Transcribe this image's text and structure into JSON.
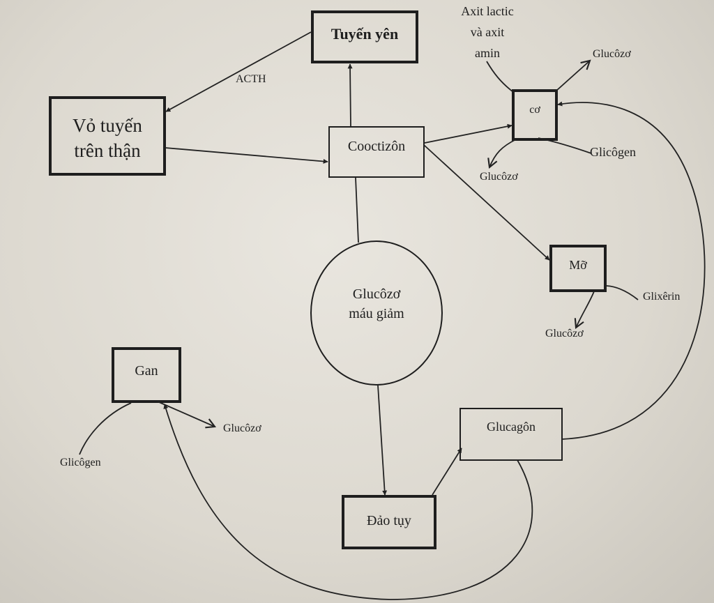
{
  "nodes": {
    "tuyen_yen": "Tuyến yên",
    "vo_tuyen_line1": "Vỏ tuyến",
    "vo_tuyen_line2": "trên thận",
    "cooctizon": "Cooctizôn",
    "co": "cơ",
    "mo": "Mỡ",
    "glucozo_mau_line1": "Glucôzơ",
    "glucozo_mau_line2": "máu giảm",
    "gan": "Gan",
    "glucagon": "Glucagôn",
    "dao_tuy": "Đảo tụy"
  },
  "labels": {
    "acth": "ACTH",
    "axit_line1": "Axit lactic",
    "axit_line2": "và axit",
    "axit_line3": "amin",
    "glucozo_co_out": "Glucôzơ",
    "glicogen_co": "Glicôgen",
    "glucozo_co_down": "Glucôzơ",
    "glixerin": "Glixêrin",
    "glucozo_mo": "Glucôzơ",
    "glucozo_gan": "Glucôzơ",
    "glicogen_gan": "Glicôgen"
  },
  "colors": {
    "ink": "#1e1e1e",
    "paper": "#e4e1da"
  }
}
